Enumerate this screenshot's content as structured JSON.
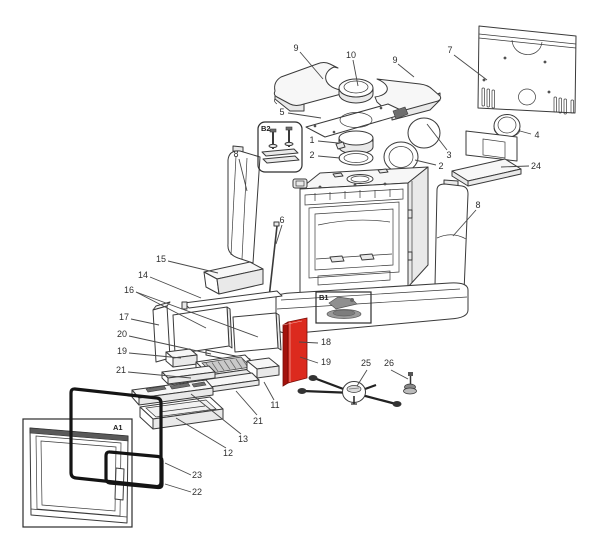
{
  "diagram": {
    "type": "exploded-parts-diagram",
    "background_color": "#ffffff",
    "line_color": "#3a3a3a",
    "label_color": "#2e2e2e",
    "highlight_color": "#dc2a1e",
    "highlight_side_color": "#a3120c",
    "highlighted_callouts": [
      "18",
      "19"
    ],
    "callouts": {
      "c1": "1",
      "c2a": "2",
      "c2b": "2",
      "c3": "3",
      "c4": "4",
      "c5": "5",
      "c6": "6",
      "c7": "7",
      "c8a": "8",
      "c8b": "8",
      "c9a": "9",
      "c9b": "9",
      "c10": "10",
      "c11": "11",
      "c12": "12",
      "c13": "13",
      "c14": "14",
      "c15": "15",
      "c16": "16",
      "c17": "17",
      "c18": "18",
      "c19a": "19",
      "c19b": "19",
      "c20": "20",
      "c21a": "21",
      "c21b": "21",
      "c22": "22",
      "c23": "23",
      "c24": "24",
      "c25": "25",
      "c26": "26"
    },
    "insets": {
      "a1": "A1",
      "b1": "B1",
      "b2": "B2"
    }
  }
}
